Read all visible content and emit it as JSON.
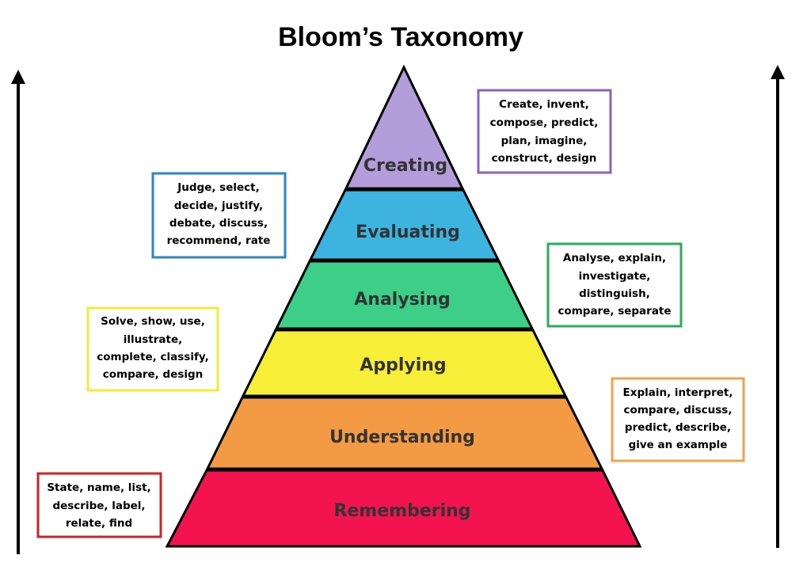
{
  "title": "Bloom’s Taxonomy",
  "colors": {
    "creating": "#b39ddb",
    "evaluating": "#3db3df",
    "analysing": "#3dcf87",
    "applying": "#f7ee38",
    "understanding": "#f39a45",
    "remembering": "#f3134f",
    "box_creating": "#8e63b8",
    "box_evaluating": "#2a86c8",
    "box_analysing": "#2aae5a",
    "box_applying": "#f5e93a",
    "box_understanding": "#f2a24c",
    "box_remembering": "#c8242b"
  },
  "pyramid": {
    "layers": [
      {
        "label": "Creating"
      },
      {
        "label": "Evaluating"
      },
      {
        "label": "Analysing"
      },
      {
        "label": "Applying"
      },
      {
        "label": "Understanding"
      },
      {
        "label": "Remembering"
      }
    ]
  },
  "boxes": {
    "creating": [
      "Create, invent,",
      "compose, predict,",
      "plan, imagine,",
      "construct, design"
    ],
    "evaluating": [
      "Judge, select,",
      "decide, justify,",
      "debate, discuss,",
      "recommend, rate"
    ],
    "analysing": [
      "Analyse, explain,",
      "investigate,",
      "distinguish,",
      "compare, separate"
    ],
    "applying": [
      "Solve, show, use,",
      "illustrate,",
      "complete, classify,",
      "compare, design"
    ],
    "understanding": [
      "Explain, interpret,",
      "compare, discuss,",
      "predict, describe,",
      "give an example"
    ],
    "remembering": [
      "State, name, list,",
      "describe, label,",
      "relate, find"
    ]
  },
  "arrows": {
    "left": "up-arrow-icon",
    "right": "up-arrow-icon"
  }
}
